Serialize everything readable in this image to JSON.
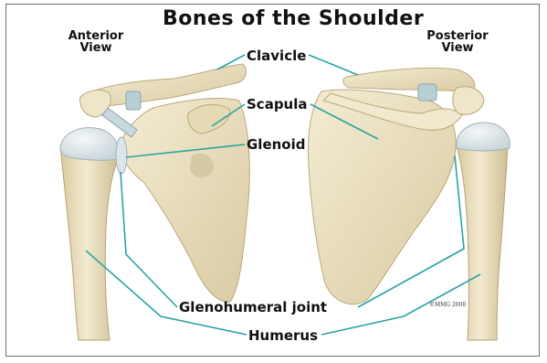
{
  "title": "Bones of the Shoulder",
  "views": {
    "anterior": [
      "Anterior",
      "View"
    ],
    "posterior": [
      "Posterior",
      "View"
    ]
  },
  "labels": {
    "clavicle": "Clavicle",
    "scapula": "Scapula",
    "glenoid": "Glenoid",
    "glenohumeral_joint": "Glenohumeral joint",
    "humerus": "Humerus"
  },
  "copyright": "©MMG 2000",
  "colors": {
    "bone": "#ece2c4",
    "bone_shadow": "#cfc19a",
    "cartilage": "#dde6ea",
    "ligament": "#b9cfd6",
    "leader_line": "#2aa3a3",
    "frame": "#6e6e6e"
  }
}
